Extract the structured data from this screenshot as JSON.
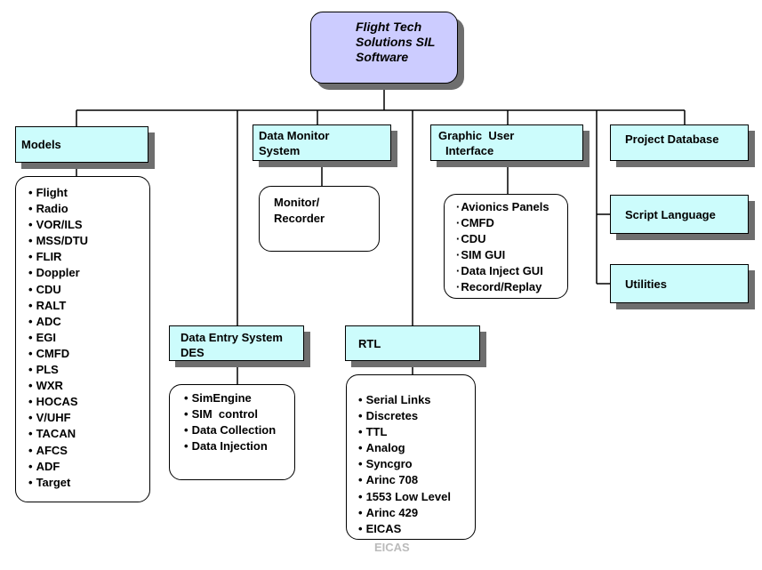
{
  "root": {
    "line1": "Flight Tech",
    "line2": "Solutions SIL",
    "line3": "Software"
  },
  "modules": {
    "models": {
      "title": "Models",
      "items": [
        "Flight",
        "Radio",
        "VOR/ILS",
        "MSS/DTU",
        "FLIR",
        "Doppler",
        "CDU",
        "RALT",
        "ADC",
        "EGI",
        "CMFD",
        "PLS",
        "WXR",
        "HOCAS",
        "V/UHF",
        "TACAN",
        "AFCS",
        "ADF",
        "Target"
      ]
    },
    "data_monitor": {
      "title_line1": "Data Monitor",
      "title_line2": "System",
      "sub_line1": "Monitor/",
      "sub_line2": "Recorder"
    },
    "gui": {
      "title_line1": "Graphic  User",
      "title_line2": "Interface",
      "items": [
        "Avionics Panels",
        "CMFD",
        "CDU",
        "SIM GUI",
        "Data Inject GUI",
        "Record/Replay"
      ]
    },
    "project_database": {
      "title": "Project Database"
    },
    "script_language": {
      "title": "Script Language"
    },
    "utilities": {
      "title": "Utilities"
    },
    "data_entry": {
      "title_line1": "Data Entry System",
      "title_line2": "DES",
      "items": [
        "SimEngine",
        "SIM  control",
        "Data Collection",
        "Data Injection"
      ]
    },
    "rtl": {
      "title": "RTL",
      "items": [
        "Serial Links",
        "Discretes",
        "TTL",
        "Analog",
        "Syncgro",
        "Arinc 708",
        "1553 Low Level",
        "Arinc 429",
        "EICAS"
      ],
      "cut_off": "EICAS"
    }
  },
  "colors": {
    "root_fill": "#ccccff",
    "box_fill": "#ccfcfc",
    "shadow": "#6e6e6e"
  }
}
